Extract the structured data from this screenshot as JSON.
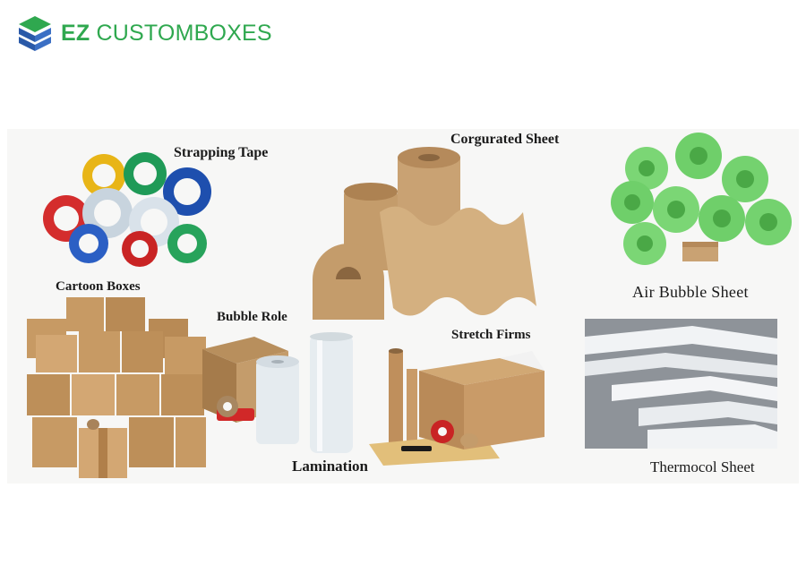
{
  "brand": {
    "logo_bold": "EZ",
    "logo_rest": "CUSTOMBOXES",
    "color": "#2fa84f"
  },
  "products": {
    "strapping_tape": "Strapping Tape",
    "corrugated_sheet": "Corgurated Sheet",
    "air_bubble_sheet": "Air Bubble Sheet",
    "cartoon_boxes": "Cartoon Boxes",
    "bubble_role": "Bubble Role",
    "stretch_firms": "Stretch Firms",
    "lamination": "Lamination",
    "thermocol_sheet": "Thermocol Sheet"
  },
  "colors": {
    "kraft": "#c9a273",
    "bubble_green": "#6fcf6a",
    "foam_white": "#eef0f2"
  }
}
